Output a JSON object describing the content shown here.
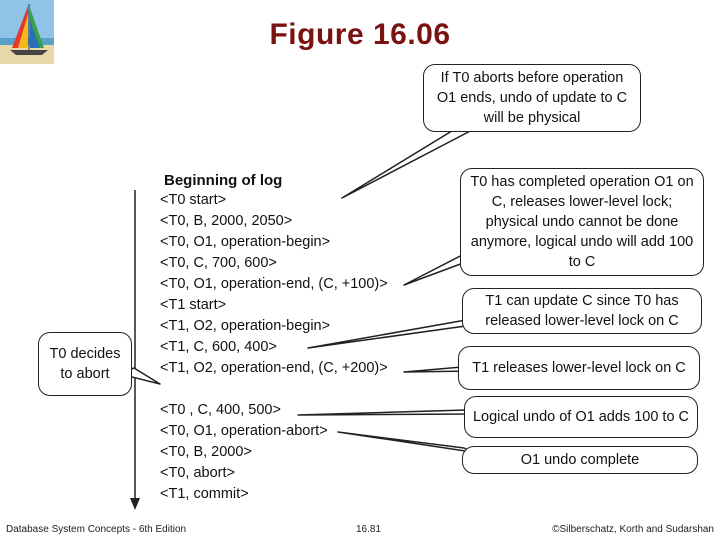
{
  "title": "Figure 16.06",
  "log": {
    "heading": "Beginning of log",
    "entries": [
      "<T0 start>",
      "<T0, B, 2000, 2050>",
      "<T0, O1, operation-begin>",
      "<T0, C, 700, 600>",
      "<T0, O1, operation-end, (C, +100)>",
      "<T1 start>",
      "<T1, O2, operation-begin>",
      "<T1, C, 600, 400>",
      "<T1, O2, operation-end, (C, +200)>",
      "<T0 , C, 400, 500>",
      "<T0, O1, operation-abort>",
      "<T0, B, 2000>",
      "<T0, abort>",
      "<T1, commit>"
    ]
  },
  "callouts": {
    "abort_before": "If T0 aborts before operation O1 ends, undo of update to C will be physical",
    "completed": "T0 has completed operation O1 on C, releases lower-level lock; physical undo cannot be done anymore, logical undo will add 100 to C",
    "t1_update": "T1 can update C since T0 has released lower-level lock on C",
    "t1_release": "T1 releases lower-level lock on C",
    "logical_undo": "Logical undo of O1 adds 100 to C",
    "undo_complete": "O1 undo complete",
    "decides": "T0 decides to abort"
  },
  "footer": {
    "left": "Database System Concepts - 6th Edition",
    "center": "16.81",
    "right": "©Silberschatz, Korth and Sudarshan"
  },
  "colors": {
    "title": "#7a1212"
  }
}
